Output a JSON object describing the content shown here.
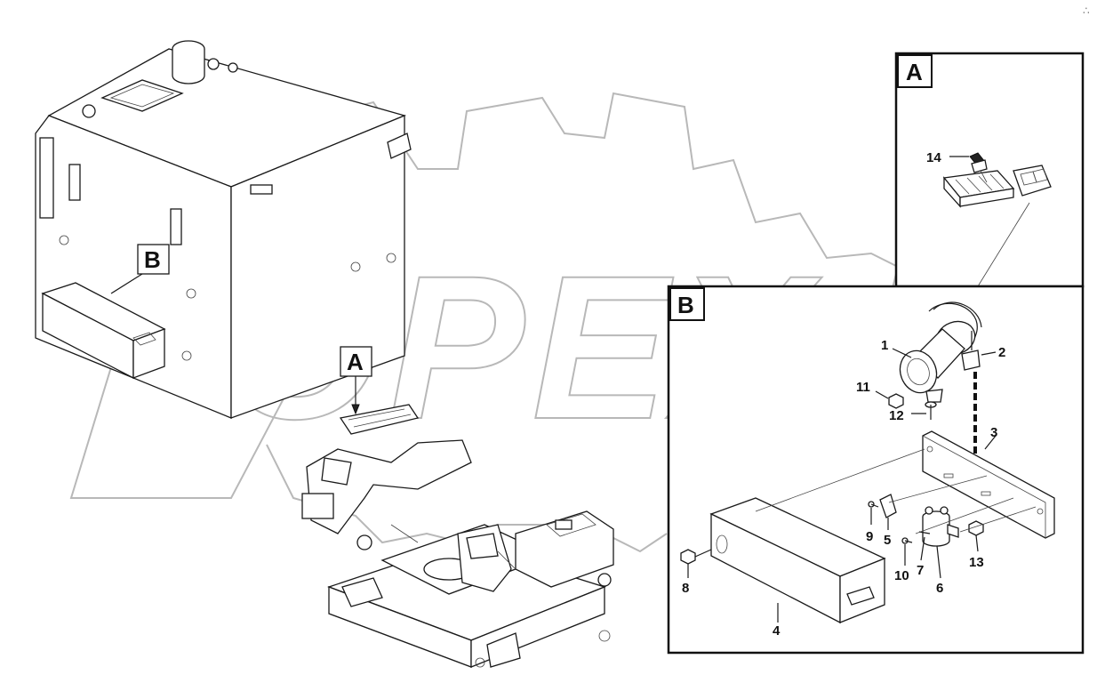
{
  "watermark": {
    "text": "OPEX"
  },
  "corner_mark": "∴",
  "main_view": {
    "labels": [
      {
        "id": "label-b",
        "text": "B"
      },
      {
        "id": "label-a",
        "text": "A"
      }
    ]
  },
  "detail_a": {
    "tag": "A",
    "callouts": [
      {
        "id": "14",
        "text": "14"
      }
    ]
  },
  "detail_b": {
    "tag": "B",
    "callouts": [
      {
        "id": "1",
        "text": "1"
      },
      {
        "id": "2",
        "text": "2"
      },
      {
        "id": "3",
        "text": "3"
      },
      {
        "id": "4",
        "text": "4"
      },
      {
        "id": "5",
        "text": "5"
      },
      {
        "id": "6",
        "text": "6"
      },
      {
        "id": "7",
        "text": "7"
      },
      {
        "id": "8",
        "text": "8"
      },
      {
        "id": "9",
        "text": "9"
      },
      {
        "id": "10",
        "text": "10"
      },
      {
        "id": "11",
        "text": "11"
      },
      {
        "id": "12",
        "text": "12"
      },
      {
        "id": "13",
        "text": "13"
      }
    ]
  }
}
